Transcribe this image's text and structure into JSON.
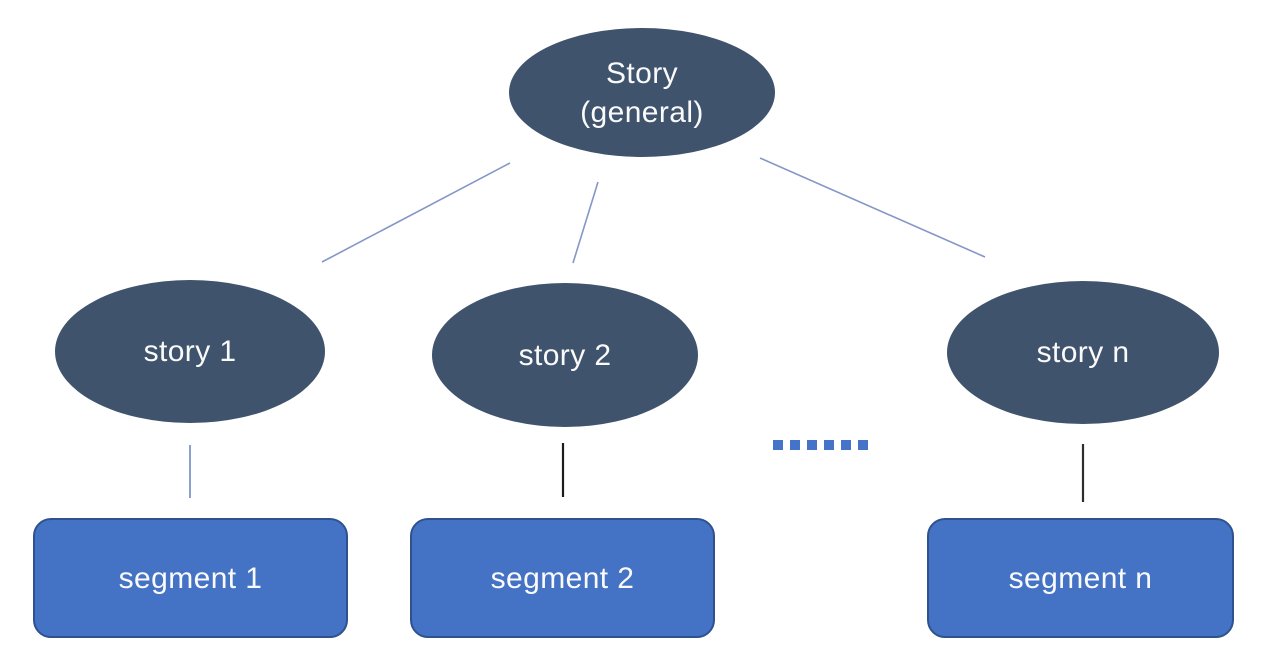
{
  "diagram": {
    "nodes": {
      "root": {
        "label": "Story\n(general)"
      },
      "story1": {
        "label": "story 1"
      },
      "story2": {
        "label": "story 2"
      },
      "storyn": {
        "label": "story n"
      },
      "segment1": {
        "label": "segment 1"
      },
      "segment2": {
        "label": "segment 2"
      },
      "segmentn": {
        "label": "segment n"
      }
    },
    "edges": [
      {
        "from": "Story (general)",
        "to": "story 1"
      },
      {
        "from": "Story (general)",
        "to": "story 2"
      },
      {
        "from": "Story (general)",
        "to": "story n"
      },
      {
        "from": "story 1",
        "to": "segment 1"
      },
      {
        "from": "story 2",
        "to": "segment 2"
      },
      {
        "from": "story n",
        "to": "segment n"
      }
    ],
    "ellipsis": {
      "dot_count": 6
    },
    "colors": {
      "ellipse_fill": "#3f536d",
      "segment_fill": "#4472c4",
      "segment_border": "#2f528f",
      "connector_light": "#8497c6",
      "connector_dark": "#222222",
      "dot_color": "#4573c8",
      "node_text": "#fafafa",
      "background": "#ffffff"
    }
  }
}
